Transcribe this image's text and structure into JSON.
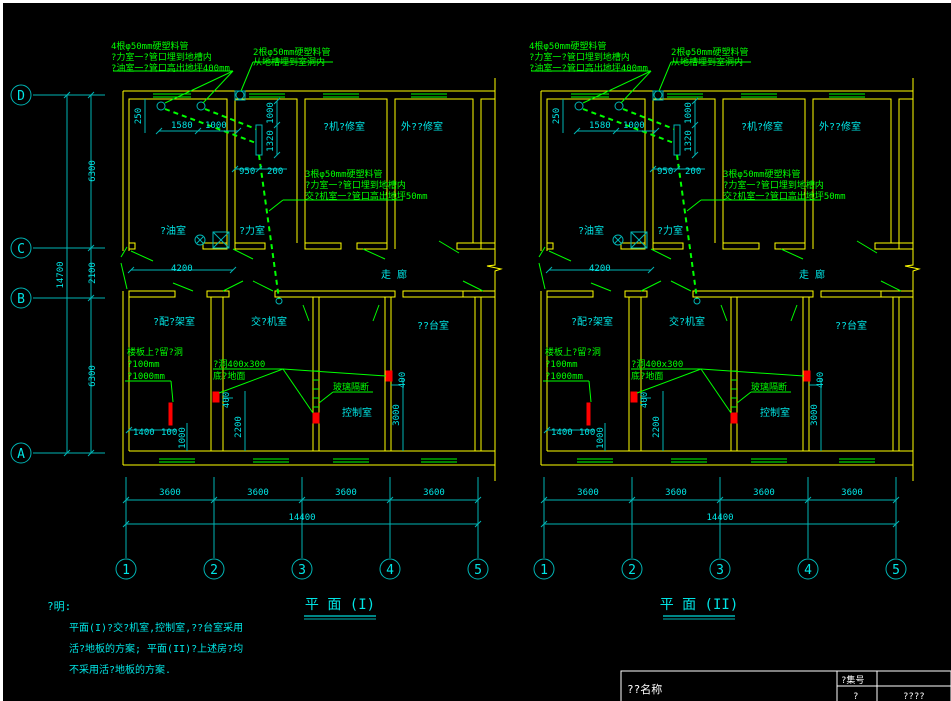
{
  "colors": {
    "background": "#000000",
    "wall": "#ffff00",
    "dim": "#00b4b4",
    "label": "#00e5e5",
    "annotation": "#00ff00",
    "marker": "#ff0000",
    "frame": "#ffffff"
  },
  "axes": {
    "rows": [
      "D",
      "C",
      "B",
      "A"
    ],
    "columns": [
      "1",
      "2",
      "3",
      "4",
      "5"
    ],
    "row_dims": [
      "6300",
      "2100",
      "6300"
    ],
    "row_total": "14700",
    "col_dims": [
      "3600",
      "3600",
      "3600",
      "3600"
    ],
    "col_total": "14400"
  },
  "plans": [
    {
      "title": "平 面 (I)",
      "notes": {
        "pipe4": [
          "4根φ50mm硬塑料管",
          "?力室一?管口埋到地槽内",
          "?油室一?管口高出地坪400mm"
        ],
        "pipe2": [
          "2根φ50mm硬塑料管",
          "从地槽埋到室洞内"
        ],
        "pipe3": [
          "3根φ50mm硬塑料管",
          "?力室一?管口埋到地槽内",
          "交?机室一?管口高出地坪50mm"
        ],
        "hole": [
          "楼板上?留?洞",
          "?100mm",
          "?1000mm"
        ],
        "wallhole": [
          "?洞400x300",
          "底?地面"
        ],
        "glass": "玻璃隔断"
      },
      "dims": {
        "d250": "250",
        "d1580": "1580",
        "d1000a": "1000",
        "d1000b": "1000",
        "d1320": "1320",
        "d950": "950",
        "d200": "200",
        "d4200": "4200",
        "d1400": "1400",
        "d100": "100",
        "d1000c": "1000",
        "d400a": "400",
        "d2200": "2200",
        "d400b": "400",
        "d3000": "3000"
      },
      "rooms": {
        "oil": "?油室",
        "power": "?力室",
        "maint1": "?机?修室",
        "maint2": "外??修室",
        "corridor": "走 廊",
        "distribution": "?配?架室",
        "switch": "交?机室",
        "control": "控制室",
        "desk": "??台室"
      }
    },
    {
      "title": "平 面 (II)",
      "notes": {
        "pipe4": [
          "4根φ50mm硬塑料管",
          "?力室一?管口埋到地槽内",
          "?油室一?管口高出地坪400mm"
        ],
        "pipe2": [
          "2根φ50mm硬塑料管",
          "从地槽埋到室洞内"
        ],
        "pipe3": [
          "3根φ50mm硬塑料管",
          "?力室一?管口埋到地槽内",
          "交?机室一?管口高出地坪50mm"
        ],
        "hole": [
          "楼板上?留?洞",
          "?100mm",
          "?1000mm"
        ],
        "wallhole": [
          "?洞400x300",
          "底?地面"
        ],
        "glass": "玻璃隔断"
      },
      "dims": {
        "d250": "250",
        "d1580": "1580",
        "d1000a": "1000",
        "d1000b": "1000",
        "d1320": "1320",
        "d950": "950",
        "d200": "200",
        "d4200": "4200",
        "d1400": "1400",
        "d100": "100",
        "d1000c": "1000",
        "d400a": "400",
        "d2200": "2200",
        "d400b": "400",
        "d3000": "3000"
      },
      "rooms": {
        "oil": "?油室",
        "power": "?力室",
        "maint1": "?机?修室",
        "maint2": "外??修室",
        "corridor": "走 廊",
        "distribution": "?配?架室",
        "switch": "交?机室",
        "control": "控制室",
        "desk": "??台室"
      }
    }
  ],
  "explanation": {
    "heading": "?明:",
    "lines": [
      "平面(I)?交?机室,控制室,??台室采用",
      "活?地板的方案;  平面(II)?上述房?均",
      "不采用活?地板的方案."
    ]
  },
  "title_block": {
    "drawing_name_label": "??名称",
    "sheet_label": "?集号",
    "cell_a": "?",
    "cell_b": "????"
  }
}
